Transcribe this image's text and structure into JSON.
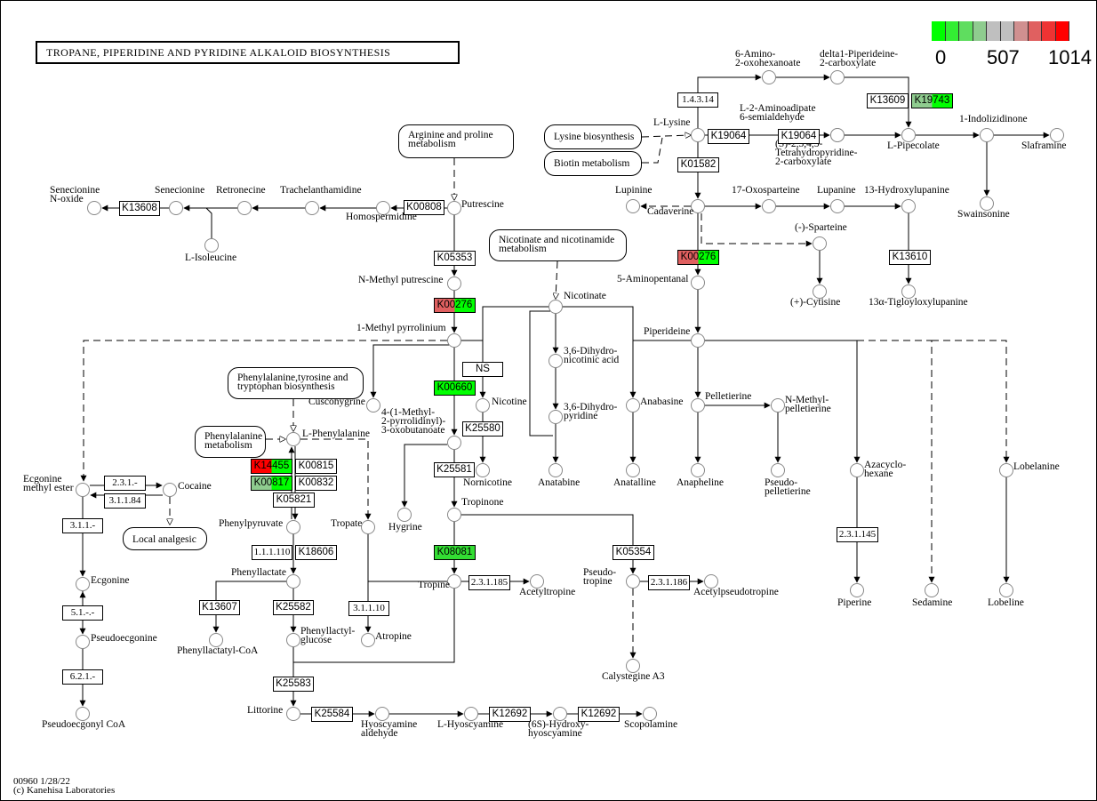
{
  "pathway": {
    "id": "00960",
    "title": "TROPANE, PIPERIDINE AND PYRIDINE ALKALOID BIOSYNTHESIS",
    "footer_line1": "00960 1/28/22",
    "footer_line2": "(c) Kanehisa Laboratories"
  },
  "legend": {
    "min": "0",
    "mid": "507",
    "max": "1014",
    "colors": [
      "#00ff00",
      "#33ee33",
      "#5fdd5f",
      "#8fcc8f",
      "#bfbfbf",
      "#bfbfbf",
      "#d09090",
      "#e06060",
      "#ee3333",
      "#ff0000"
    ]
  },
  "colors": {
    "high": "#ff0000",
    "midhigh": "#e06060",
    "mid_green": "#8fcc8f",
    "low": "#00ff00",
    "none": "#ffffff"
  },
  "maps": [
    {
      "id": "map-arginine-proline",
      "text": "Arginine and proline\nmetabolism"
    },
    {
      "id": "map-nicotinate",
      "text": "Nicotinate and nicotinamide\nmetabolism"
    },
    {
      "id": "map-lysine-biosynthesis",
      "text": "Lysine biosynthesis"
    },
    {
      "id": "map-biotin",
      "text": "Biotin metabolism"
    },
    {
      "id": "map-phe-tyr-trp",
      "text": "Phenylalanine,tyrosine and\ntryptophan biosynthesis"
    },
    {
      "id": "map-phenylalanine",
      "text": "Phenylalanine\nmetabolism"
    },
    {
      "id": "map-local-analgesic",
      "text": "Local analgesic"
    }
  ],
  "compounds": [
    {
      "id": "putrescine",
      "label": "Putrescine"
    },
    {
      "id": "homospermidine",
      "label": "Homospermidine"
    },
    {
      "id": "trachelanthamidine",
      "label": "Trachelanthamidine"
    },
    {
      "id": "retronecine",
      "label": "Retronecine"
    },
    {
      "id": "senecionine",
      "label": "Senecionine"
    },
    {
      "id": "senecionine-n-oxide",
      "label": "Senecionine\nN-oxide"
    },
    {
      "id": "l-isoleucine",
      "label": "L-Isoleucine"
    },
    {
      "id": "n-methyl-putrescine",
      "label": "N-Methyl putrescine"
    },
    {
      "id": "1-methyl-pyrrolinium",
      "label": "1-Methyl pyrrolinium"
    },
    {
      "id": "cuscohygrine",
      "label": "Cuscohygrine"
    },
    {
      "id": "oxobutanoate",
      "label": "4-(1-Methyl-\n2-pyrrolidinyl)-\n3-oxobutanoate"
    },
    {
      "id": "nicotine",
      "label": "Nicotine"
    },
    {
      "id": "nornicotine",
      "label": "Nornicotine"
    },
    {
      "id": "hygrine",
      "label": "Hygrine"
    },
    {
      "id": "tropinone",
      "label": "Tropinone"
    },
    {
      "id": "tropine",
      "label": "Tropine"
    },
    {
      "id": "acetyltropine",
      "label": "Acetyltropine"
    },
    {
      "id": "pseudotropine",
      "label": "Pseudo-\ntropine"
    },
    {
      "id": "acetylpseudotropine",
      "label": "Acetylpseudotropine"
    },
    {
      "id": "calystegine-a3",
      "label": "Calystegine A3"
    },
    {
      "id": "nicotinate",
      "label": "Nicotinate"
    },
    {
      "id": "dihydronicotinic-acid",
      "label": "3,6-Dihydro-\nnicotinic acid"
    },
    {
      "id": "dihydropyridine",
      "label": "3,6-Dihydro-\npyridine"
    },
    {
      "id": "anatabine",
      "label": "Anatabine"
    },
    {
      "id": "l-phenylalanine",
      "label": "L-Phenylalanine"
    },
    {
      "id": "phenylpyruvate",
      "label": "Phenylpyruvate"
    },
    {
      "id": "phenyllactate",
      "label": "Phenyllactate"
    },
    {
      "id": "phenyllactatyl-coa",
      "label": "Phenyllactatyl-CoA"
    },
    {
      "id": "phenyllactyl-glucose",
      "label": "Phenyllactyl-\nglucose"
    },
    {
      "id": "tropate",
      "label": "Tropate"
    },
    {
      "id": "atropine",
      "label": "Atropine"
    },
    {
      "id": "littorine",
      "label": "Littorine"
    },
    {
      "id": "hyoscyamine-aldehyde",
      "label": "Hyoscyamine\naldehyde"
    },
    {
      "id": "l-hyoscyamine",
      "label": "L-Hyoscyamine"
    },
    {
      "id": "hydroxyhyoscyamine",
      "label": "(6S)-Hydroxy-\nhyoscyamine"
    },
    {
      "id": "scopolamine",
      "label": "Scopolamine"
    },
    {
      "id": "ecgonine-methyl-ester",
      "label": "Ecgonine\nmethyl ester"
    },
    {
      "id": "cocaine",
      "label": "Cocaine"
    },
    {
      "id": "ecgonine",
      "label": "Ecgonine"
    },
    {
      "id": "pseudoecgonine",
      "label": "Pseudoecgonine"
    },
    {
      "id": "pseudoecgonyl-coa",
      "label": "Pseudoecgonyl CoA"
    },
    {
      "id": "l-lysine",
      "label": "L-Lysine"
    },
    {
      "id": "6-amino-2-oxohexanoate",
      "label": "6-Amino-\n2-oxohexanoate"
    },
    {
      "id": "delta1-piperideine-2-carboxylate",
      "label": "delta1-Piperideine-\n2-carboxylate"
    },
    {
      "id": "l-2-aminoadipate-semialdehyde",
      "label": "L-2-Aminoadipate\n6-semialdehyde"
    },
    {
      "id": "tetrahydropyridine-carboxylate",
      "label": "(S)-2,3,4,5-\nTetrahydropyridine-\n2-carboxylate"
    },
    {
      "id": "l-pipecolate",
      "label": "L-Pipecolate"
    },
    {
      "id": "1-indolizidinone",
      "label": "1-Indolizidinone"
    },
    {
      "id": "slaframine",
      "label": "Slaframine"
    },
    {
      "id": "swainsonine",
      "label": "Swainsonine"
    },
    {
      "id": "cadaverine",
      "label": "Cadaverine"
    },
    {
      "id": "lupinine",
      "label": "Lupinine"
    },
    {
      "id": "17-oxosparteine",
      "label": "17-Oxosparteine"
    },
    {
      "id": "lupanine",
      "label": "Lupanine"
    },
    {
      "id": "13-hydroxylupanine",
      "label": "13-Hydroxylupanine"
    },
    {
      "id": "sparteine",
      "label": "(-)-Sparteine"
    },
    {
      "id": "cytisine",
      "label": "(+)-Cytisine"
    },
    {
      "id": "tigloyloxylupanine",
      "label": "13α-Tigloyloxylupanine"
    },
    {
      "id": "5-aminopentanal",
      "label": "5-Aminopentanal"
    },
    {
      "id": "piperideine",
      "label": "Piperideine"
    },
    {
      "id": "anabasine",
      "label": "Anabasine"
    },
    {
      "id": "anatalline",
      "label": "Anatalline"
    },
    {
      "id": "pelletierine",
      "label": "Pelletierine"
    },
    {
      "id": "anapheline",
      "label": "Anapheline"
    },
    {
      "id": "n-methylpelletierine",
      "label": "N-Methyl-\npelletierine"
    },
    {
      "id": "pseudopelletierine",
      "label": "Pseudo-\npelletierine"
    },
    {
      "id": "azacyclohexane",
      "label": "Azacyclo-\nhexane"
    },
    {
      "id": "piperine",
      "label": "Piperine"
    },
    {
      "id": "sedamine",
      "label": "Sedamine"
    },
    {
      "id": "lobelanine",
      "label": "Lobelanine"
    },
    {
      "id": "lobeline",
      "label": "Lobeline"
    }
  ],
  "enzymes": [
    {
      "id": "ko-k00808",
      "label": "K00808",
      "colors": [
        "#ffffff"
      ]
    },
    {
      "id": "ko-k13608",
      "label": "K13608",
      "colors": [
        "#ffffff"
      ]
    },
    {
      "id": "ko-k05353",
      "label": "K05353",
      "colors": [
        "#ffffff"
      ]
    },
    {
      "id": "ko-k00276-a",
      "label": "K00276",
      "colors": [
        "#e06060",
        "#00ff00"
      ]
    },
    {
      "id": "ko-ns",
      "label": "NS",
      "colors": [
        "#ffffff"
      ]
    },
    {
      "id": "ko-k00660",
      "label": "K00660",
      "colors": [
        "#00ff00"
      ]
    },
    {
      "id": "ko-k25580",
      "label": "K25580",
      "colors": [
        "#ffffff"
      ]
    },
    {
      "id": "ko-k25581",
      "label": "K25581",
      "colors": [
        "#ffffff"
      ]
    },
    {
      "id": "ko-k08081",
      "label": "K08081",
      "colors": [
        "#33dd33"
      ]
    },
    {
      "id": "ko-k05354",
      "label": "K05354",
      "colors": [
        "#ffffff"
      ]
    },
    {
      "id": "ec-2.3.1.185",
      "label": "2.3.1.185",
      "colors": [
        "#ffffff"
      ]
    },
    {
      "id": "ec-2.3.1.186",
      "label": "2.3.1.186",
      "colors": [
        "#ffffff"
      ]
    },
    {
      "id": "ko-k14455",
      "label": "K14455",
      "colors": [
        "#ff0000",
        "#00ff00"
      ]
    },
    {
      "id": "ko-k00815",
      "label": "K00815",
      "colors": [
        "#ffffff"
      ]
    },
    {
      "id": "ko-k00817",
      "label": "K00817",
      "colors": [
        "#8fcc8f",
        "#00ff00"
      ]
    },
    {
      "id": "ko-k00832",
      "label": "K00832",
      "colors": [
        "#ffffff"
      ]
    },
    {
      "id": "ko-k05821",
      "label": "K05821",
      "colors": [
        "#ffffff"
      ]
    },
    {
      "id": "ec-1.1.1.110",
      "label": "1.1.1.110",
      "colors": [
        "#ffffff"
      ]
    },
    {
      "id": "ko-k18606",
      "label": "K18606",
      "colors": [
        "#ffffff"
      ]
    },
    {
      "id": "ko-k13607",
      "label": "K13607",
      "colors": [
        "#ffffff"
      ]
    },
    {
      "id": "ko-k25582",
      "label": "K25582",
      "colors": [
        "#ffffff"
      ]
    },
    {
      "id": "ec-3.1.1.10",
      "label": "3.1.1.10",
      "colors": [
        "#ffffff"
      ]
    },
    {
      "id": "ko-k25583",
      "label": "K25583",
      "colors": [
        "#ffffff"
      ]
    },
    {
      "id": "ko-k25584",
      "label": "K25584",
      "colors": [
        "#ffffff"
      ]
    },
    {
      "id": "ko-k12692-a",
      "label": "K12692",
      "colors": [
        "#ffffff"
      ]
    },
    {
      "id": "ko-k12692-b",
      "label": "K12692",
      "colors": [
        "#ffffff"
      ]
    },
    {
      "id": "ec-2.3.1.-",
      "label": "2.3.1.-",
      "colors": [
        "#ffffff"
      ]
    },
    {
      "id": "ec-3.1.1.84",
      "label": "3.1.1.84",
      "colors": [
        "#ffffff"
      ]
    },
    {
      "id": "ec-3.1.1.-",
      "label": "3.1.1.-",
      "colors": [
        "#ffffff"
      ]
    },
    {
      "id": "ec-5.1.-.-",
      "label": "5.1.-.-",
      "colors": [
        "#ffffff"
      ]
    },
    {
      "id": "ec-6.2.1.-",
      "label": "6.2.1.-",
      "colors": [
        "#ffffff"
      ]
    },
    {
      "id": "ec-1.4.3.14",
      "label": "1.4.3.14",
      "colors": [
        "#ffffff"
      ]
    },
    {
      "id": "ko-k19064-a",
      "label": "K19064",
      "colors": [
        "#ffffff"
      ]
    },
    {
      "id": "ko-k19064-b",
      "label": "K19064",
      "colors": [
        "#ffffff"
      ]
    },
    {
      "id": "ko-k01582",
      "label": "K01582",
      "colors": [
        "#ffffff"
      ]
    },
    {
      "id": "ko-k13609",
      "label": "K13609",
      "colors": [
        "#ffffff"
      ]
    },
    {
      "id": "ko-k19743",
      "label": "K19743",
      "colors": [
        "#8fcc8f",
        "#00ff00"
      ]
    },
    {
      "id": "ko-k00276-b",
      "label": "K00276",
      "colors": [
        "#e06060",
        "#00ff00"
      ]
    },
    {
      "id": "ko-k13610",
      "label": "K13610",
      "colors": [
        "#ffffff"
      ]
    },
    {
      "id": "ec-2.3.1.145",
      "label": "2.3.1.145",
      "colors": [
        "#ffffff"
      ]
    }
  ]
}
